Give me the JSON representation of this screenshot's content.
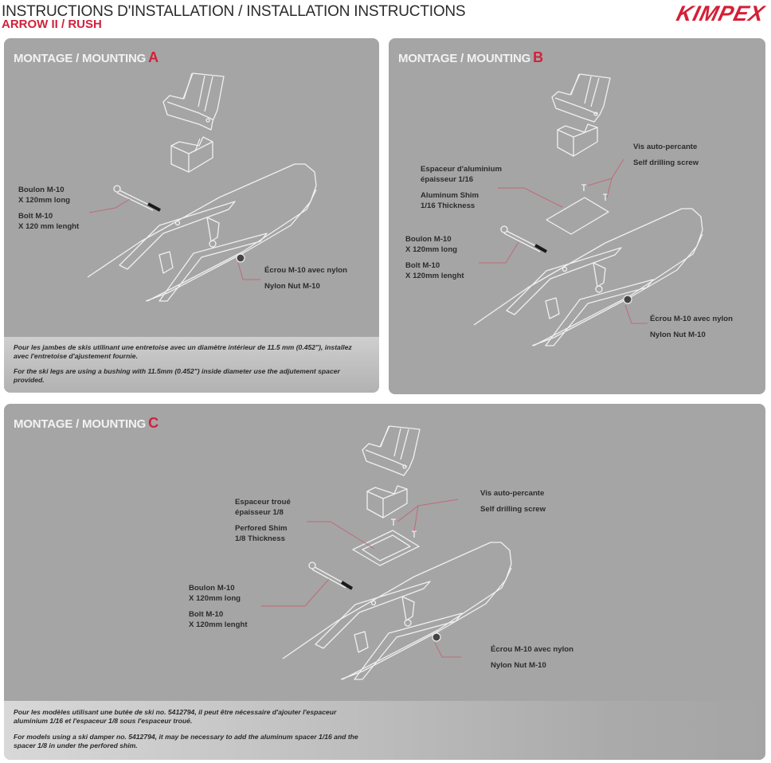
{
  "header": {
    "title": "INSTRUCTIONS D'INSTALLATION / INSTALLATION INSTRUCTIONS",
    "subtitle": "ARROW II / RUSH",
    "logo": "KIMPEX",
    "brand_color": "#d51f36"
  },
  "colors": {
    "panel_bg": "#a5a5a5",
    "accent": "#d2213c",
    "leader_line": "#c06a78",
    "line_art": "#f0f0f0"
  },
  "panels": {
    "a": {
      "title": "MONTAGE / MOUNTING",
      "letter": "A",
      "labels": {
        "bolt_fr_1": "Boulon M-10",
        "bolt_fr_2": "X 120mm long",
        "bolt_en_1": "Bolt M-10",
        "bolt_en_2": "X 120 mm lenght",
        "nut_fr": "Écrou M-10 avec nylon",
        "nut_en": "Nylon Nut M-10"
      },
      "notes": {
        "fr": "Pour les jambes de skis utilinant une entretoise avec un diamètre intérieur de 11.5 mm (0.452\"), installez avec l'entretoise d'ajustement fournie.",
        "en": "For the ski legs are using a bushing with 11.5mm (0.452\") inside diameter use the adjutement spacer provided."
      }
    },
    "b": {
      "title": "MONTAGE / MOUNTING",
      "letter": "B",
      "labels": {
        "screw_fr": "Vis auto-percante",
        "screw_en": "Self drilling screw",
        "shim_fr_1": "Espaceur d'aluminium",
        "shim_fr_2": "épaisseur 1/16",
        "shim_en_1": "Aluminum Shim",
        "shim_en_2": "1/16 Thickness",
        "bolt_fr_1": "Boulon M-10",
        "bolt_fr_2": "X 120mm long",
        "bolt_en_1": "Bolt M-10",
        "bolt_en_2": "X 120mm lenght",
        "nut_fr": "Écrou M-10 avec nylon",
        "nut_en": "Nylon Nut M-10"
      }
    },
    "c": {
      "title": "MONTAGE / MOUNTING",
      "letter": "C",
      "labels": {
        "screw_fr": "Vis auto-percante",
        "screw_en": "Self drilling screw",
        "shim_fr_1": "Espaceur troué",
        "shim_fr_2": "épaisseur 1/8",
        "shim_en_1": "Perfored Shim",
        "shim_en_2": "1/8 Thickness",
        "bolt_fr_1": "Boulon M-10",
        "bolt_fr_2": "X 120mm long",
        "bolt_en_1": "Bolt M-10",
        "bolt_en_2": "X 120mm lenght",
        "nut_fr": "Écrou M-10 avec nylon",
        "nut_en": "Nylon Nut M-10"
      },
      "notes": {
        "fr": "Pour les modèles utilisant une butée de ski no. 5412794, il peut être nécessaire d'ajouter l'espaceur aluminium 1/16 et l'espaceur 1/8 sous l'espaceur troué.",
        "en": "For models using a ski damper no. 5412794, it may be necessary to add the aluminum spacer 1/16 and the spacer 1/8 in under the perfored shim."
      }
    }
  }
}
